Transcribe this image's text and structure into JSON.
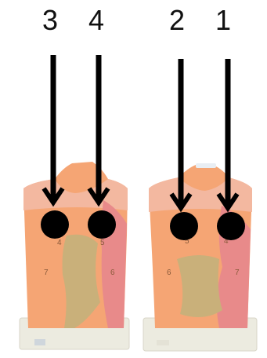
{
  "figure": {
    "labels": [
      "3",
      "4",
      "2",
      "1"
    ],
    "colors": {
      "background": "#ffffff",
      "skin": "#f5a574",
      "skin_light": "#f3b8a0",
      "pink_zone": "#e88a8a",
      "tan_zone": "#c9b07a",
      "base": "#ecebe0",
      "arrow": "#000000"
    },
    "objects": [
      {
        "name": "left-torso-model",
        "region_numbers": [
          "4",
          "5",
          "7",
          "6"
        ]
      },
      {
        "name": "right-torso-model",
        "region_numbers": [
          "5",
          "4",
          "6",
          "7"
        ]
      }
    ]
  }
}
